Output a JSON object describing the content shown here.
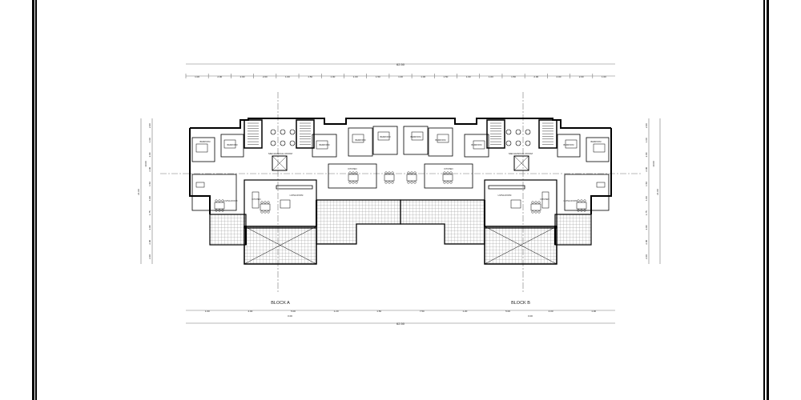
{
  "drawing": {
    "blocks": [
      {
        "label": "BLOCK A"
      },
      {
        "label": "BLOCK B"
      }
    ],
    "overall_dimension": "62.50",
    "level_mark": "0.00",
    "room_labels": {
      "bedroom": "BEDROOM",
      "kitchen": "KITCHEN",
      "living_room": "LIVING ROOM",
      "mechanical_room": "MECHANICAL ROOM"
    },
    "top_dimensions": [
      "1.00",
      "2.00",
      "2.00",
      "2.00",
      "1.00",
      "1.50",
      "1.00",
      "1.00",
      "1.50",
      "1.00",
      "1.00",
      "1.50",
      "1.00",
      "1.00",
      "1.50",
      "2.00",
      "2.00",
      "2.00",
      "1.00"
    ],
    "bottom_dimensions": [
      "1.00",
      "4.00",
      "5.00",
      "1.20",
      "1.50",
      "7.50",
      "1.20",
      "5.00",
      "4.00",
      "1.00"
    ],
    "side_dimensions": [
      "2.00",
      "1.00",
      "2.00",
      "2.00",
      "1.50",
      "1.00",
      "1.75",
      "2.00",
      "2.00",
      "2.00"
    ],
    "side_totals": [
      "10.00",
      "21.00"
    ],
    "colors": {
      "line": "#000000",
      "hatch": "#555555",
      "dim": "#777777"
    }
  }
}
